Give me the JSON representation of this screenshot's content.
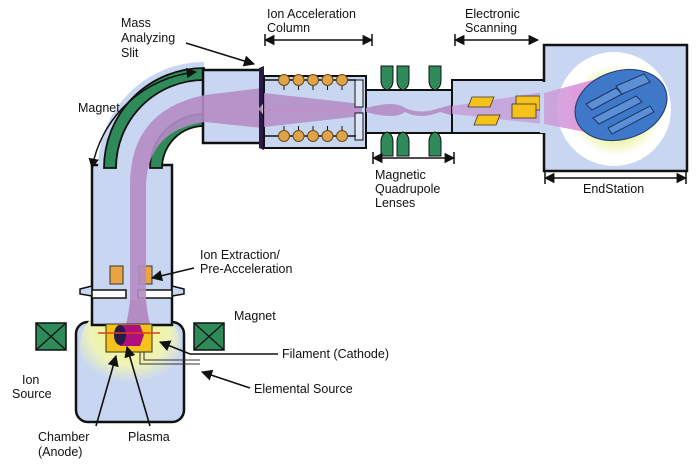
{
  "title": "Ion Implanter Schematic",
  "labels": {
    "mass_analyzing_slit": [
      "Mass",
      "Analyzing",
      "Slit"
    ],
    "ion_acceleration_column": [
      "Ion Acceleration",
      "Column"
    ],
    "electronic_scanning": [
      "Electronic",
      "Scanning"
    ],
    "magnet_top": "Magnet",
    "magnetic_quadrupole_lenses": [
      "Magnetic",
      "Quadrupole",
      "Lenses"
    ],
    "endstation": "EndStation",
    "ion_extraction": [
      "Ion Extraction/",
      "Pre-Acceleration"
    ],
    "magnet_bottom": "Magnet",
    "ion_source": [
      "Ion",
      "Source"
    ],
    "filament": "Filament (Cathode)",
    "elemental_source": "Elemental Source",
    "chamber": [
      "Chamber",
      "(Anode)"
    ],
    "plasma": "Plasma"
  },
  "colors": {
    "tube_fill": "#c9d6f2",
    "beam": "#b48cc4",
    "magnet_green": "#2f8a5a",
    "accel_ring": "#e0a448",
    "plate_yellow": "#f5c21b",
    "slit": "#2a1a4a",
    "wafer": "#3f78c8",
    "glow": "#eef5a8",
    "plasma": "#b0107e"
  }
}
